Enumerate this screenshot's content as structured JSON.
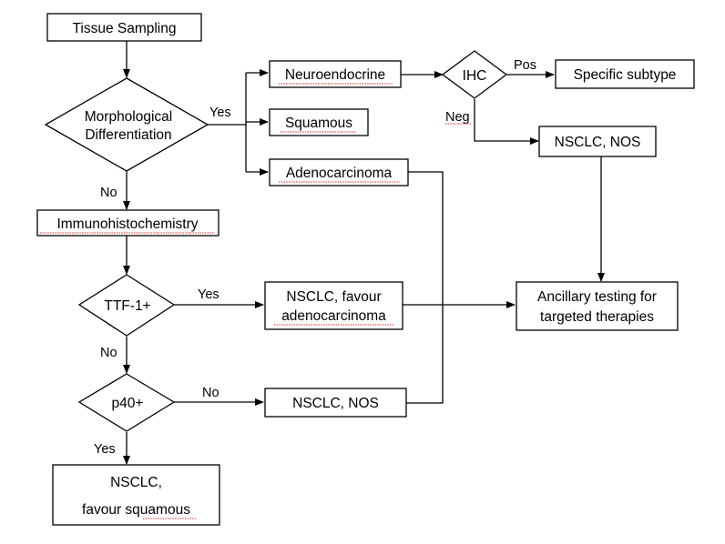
{
  "nodes": {
    "tissue_sampling": "Tissue Sampling",
    "morph_line1": "Morphological",
    "morph_line2": "Differentiation",
    "immunohistochemistry": "Immunohistochemistry",
    "ttf1": "TTF-1+",
    "p40": "p40+",
    "squamous_line1": "NSCLC,",
    "squamous_line2": "favour squamous",
    "neuroendocrine": "Neuroendocrine",
    "squamous": "Squamous",
    "adenocarcinoma": "Adenocarcinoma",
    "ihc": "IHC",
    "specific_subtype": "Specific subtype",
    "nsclc_nos_top": "NSCLC, NOS",
    "adeno_fav_line1": "NSCLC, favour",
    "adeno_fav_line2": "adenocarcinoma",
    "nsclc_nos_bottom": "NSCLC, NOS",
    "ancillary_line1": "Ancillary testing for",
    "ancillary_line2": "targeted therapies"
  },
  "edge_labels": {
    "morph_yes": "Yes",
    "morph_no": "No",
    "ihc_pos": "Pos",
    "ihc_neg": "Neg",
    "ttf1_yes": "Yes",
    "ttf1_no": "No",
    "p40_no": "No",
    "p40_yes": "Yes"
  }
}
